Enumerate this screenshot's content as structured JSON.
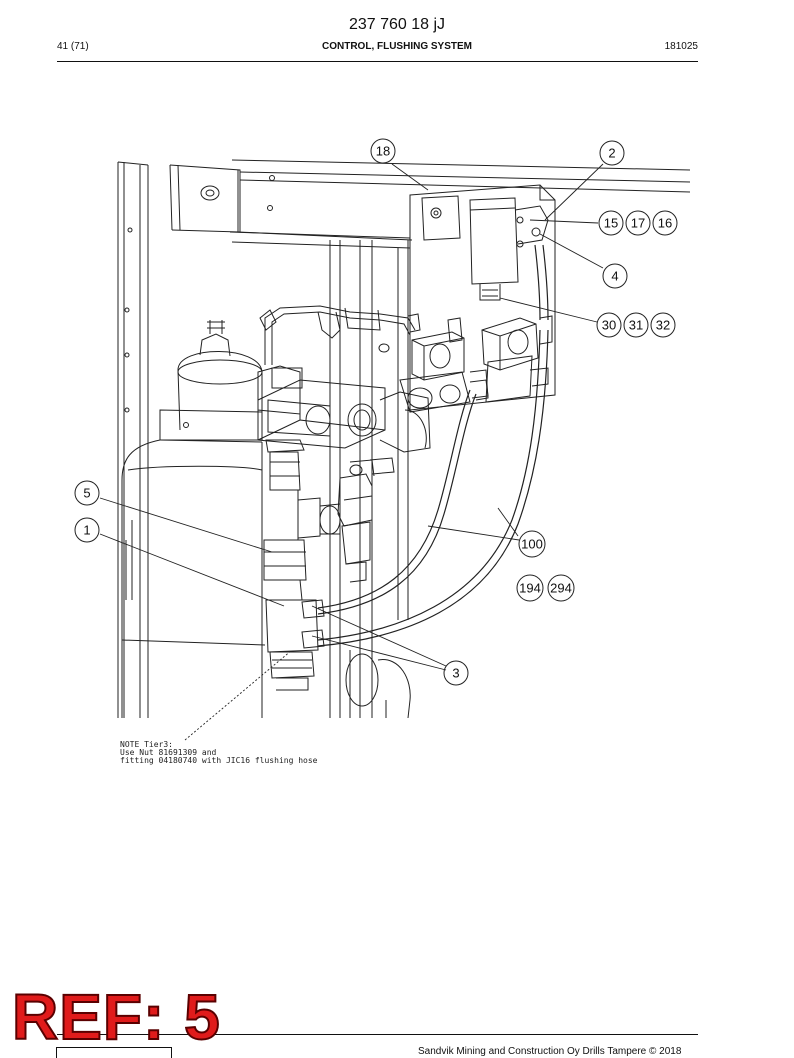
{
  "header": {
    "doc_number": "237 760 18 jJ",
    "page": "41 (71)",
    "title": "CONTROL, FLUSHING SYSTEM",
    "date_code": "181025"
  },
  "callouts": {
    "c18": "18",
    "c2": "2",
    "c15": "15",
    "c17": "17",
    "c16": "16",
    "c4": "4",
    "c30": "30",
    "c31": "31",
    "c32": "32",
    "c5": "5",
    "c1": "1",
    "c100": "100",
    "c194": "194",
    "c294": "294",
    "c3": "3"
  },
  "note": {
    "line1": "NOTE Tier3:",
    "line2": "Use Nut 81691309 and",
    "line3": "fitting 04180740 with JIC16 flushing hose"
  },
  "stamp": "REF: 5",
  "footer": "Sandvik Mining and Construction Oy Drills Tampere © 2018"
}
